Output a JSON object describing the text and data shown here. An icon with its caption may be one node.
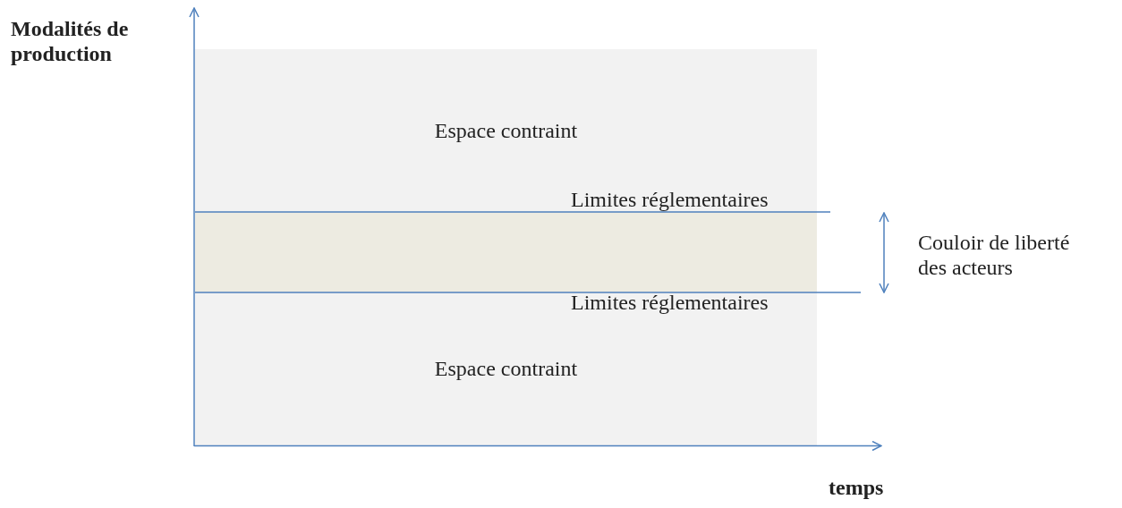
{
  "diagram": {
    "nodes": [
      {
        "text": [
          "Espace contraint"
        ]
      },
      {
        "text": [],
        "shape": "band"
      },
      {
        "text": [
          "Espace contraint"
        ]
      }
    ],
    "labels": [
      "Modalités de production",
      "Limites réglementaires",
      "Couloir de liberté des acteurs",
      "Limites réglementaires",
      "temps"
    ]
  }
}
